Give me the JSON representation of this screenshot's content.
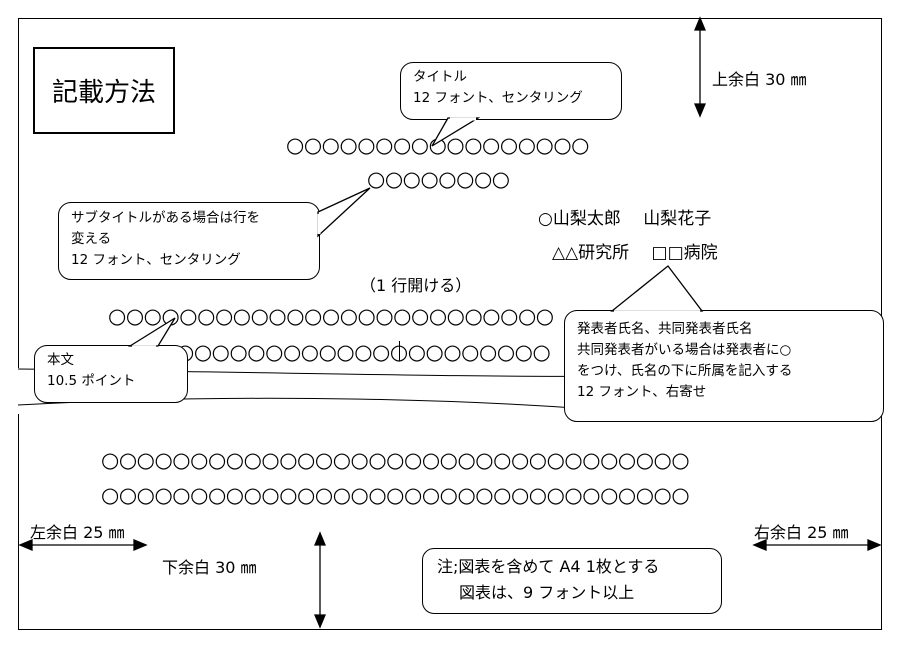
{
  "title_box": "記載方法",
  "title_bubble": [
    "タイトル",
    "12 フォント、センタリング"
  ],
  "subtitle_bubble": [
    "サブタイトルがある場合は行を",
    "変える",
    "12 フォント、センタリング"
  ],
  "author_bubble": [
    "発表者氏名、共同発表者氏名",
    "共同発表者がいる場合は発表者に○",
    "をつけ、氏名の下に所属を記入する",
    "12 フォント、右寄せ"
  ],
  "body_bubble": [
    "本文",
    "10.5 ポイント"
  ],
  "note_box": [
    "注;図表を含めて A4 1枚とする",
    "図表は、9 フォント以上"
  ],
  "margins": {
    "top": "上余白 30 ㎜",
    "bottom": "下余白 30 ㎜",
    "left": "左余白 25 ㎜",
    "right": "右余白 25 ㎜"
  },
  "authors": {
    "names": "○山梨太郎　 山梨花子",
    "affiliations": "△△研究所　 □□病院"
  },
  "blank_line": "（1 行開ける）",
  "title_line": "○○○○○○○○○○○○○○○○○",
  "subtitle_line": "○○○○○○○○",
  "body_lines": {
    "line1": "○○○○○○○○○○○○○○○○○○○○○○○○○",
    "line2": "○○○○○○○○○○○○○○○○○○○○○",
    "line3": "○○○○○○○○○○○○○○○○○○○○○○○○○○○○○○○○○",
    "line4": "○○○○○○○○○○○○○○○○○○○○○○○○○○○○○○○○○"
  }
}
